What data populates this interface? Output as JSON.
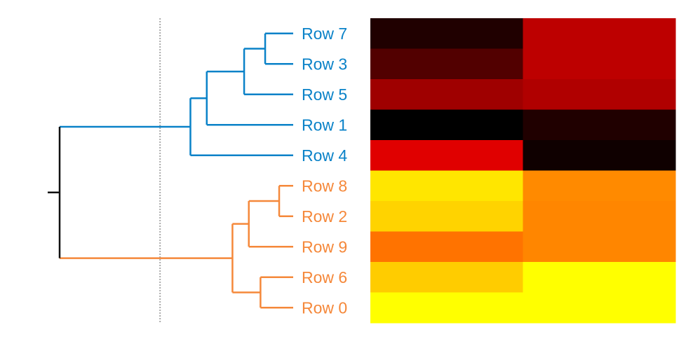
{
  "chart_data": {
    "type": "heatmap",
    "title": "",
    "subtitle": "",
    "description": "Hierarchical clustering dendrogram (left) with heatmap of 2 columns (right); rows reordered by clustering; cluster cut threshold shown as dotted line.",
    "row_labels": [
      "Row 7",
      "Row 3",
      "Row 5",
      "Row 1",
      "Row 4",
      "Row 8",
      "Row 2",
      "Row 9",
      "Row 6",
      "Row 0"
    ],
    "column_labels": [
      "",
      ""
    ],
    "colormap": "hot",
    "cells": [
      [
        "#200000",
        "#bd0000"
      ],
      [
        "#520000",
        "#bd0000"
      ],
      [
        "#9f0000",
        "#b00000"
      ],
      [
        "#000000",
        "#200000"
      ],
      [
        "#e00000",
        "#0f0000"
      ],
      [
        "#ffe600",
        "#ff8a00"
      ],
      [
        "#ffd300",
        "#ff8600"
      ],
      [
        "#ff7300",
        "#ff8600"
      ],
      [
        "#ffcc00",
        "#ffff00"
      ],
      [
        "#ffff00",
        "#ffff00"
      ]
    ],
    "clusters": [
      {
        "name": "cluster-1",
        "color": "#0a82c8",
        "rows": [
          "Row 7",
          "Row 3",
          "Row 5",
          "Row 1",
          "Row 4"
        ]
      },
      {
        "name": "cluster-2",
        "color": "#f5883a",
        "rows": [
          "Row 8",
          "Row 2",
          "Row 9",
          "Row 6",
          "Row 0"
        ]
      }
    ],
    "root_color": "#111111",
    "threshold_line_color": "#aaaaaa",
    "dendrogram": {
      "leaf_order": [
        "Row 7",
        "Row 3",
        "Row 5",
        "Row 1",
        "Row 4",
        "Row 8",
        "Row 2",
        "Row 9",
        "Row 6",
        "Row 0"
      ],
      "merges": [
        {
          "id": "A",
          "children": [
            "Row 7",
            "Row 3"
          ],
          "height": 0.12,
          "cluster": 0
        },
        {
          "id": "B",
          "children": [
            "A",
            "Row 5"
          ],
          "height": 0.21,
          "cluster": 0
        },
        {
          "id": "C",
          "children": [
            "B",
            "Row 1"
          ],
          "height": 0.37,
          "cluster": 0
        },
        {
          "id": "D",
          "children": [
            "C",
            "Row 4"
          ],
          "height": 0.44,
          "cluster": 0
        },
        {
          "id": "E",
          "children": [
            "Row 8",
            "Row 2"
          ],
          "height": 0.06,
          "cluster": 1
        },
        {
          "id": "F",
          "children": [
            "E",
            "Row 9"
          ],
          "height": 0.19,
          "cluster": 1
        },
        {
          "id": "G",
          "children": [
            "Row 6",
            "Row 0"
          ],
          "height": 0.14,
          "cluster": 1
        },
        {
          "id": "H",
          "children": [
            "F",
            "G"
          ],
          "height": 0.26,
          "cluster": 1
        },
        {
          "id": "R",
          "children": [
            "D",
            "H"
          ],
          "height": 1.0,
          "cluster": -1
        }
      ],
      "threshold": 0.57
    }
  }
}
